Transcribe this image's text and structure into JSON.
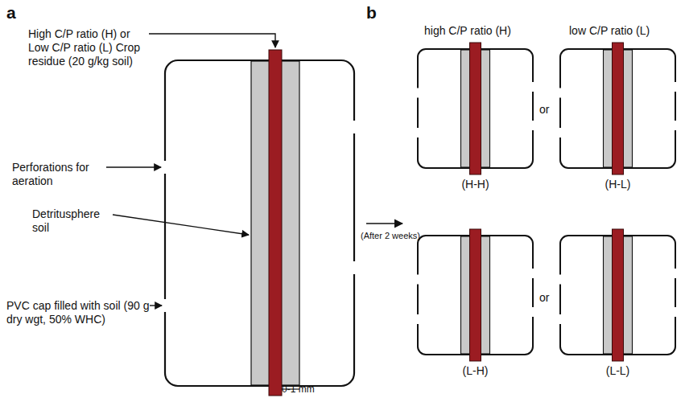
{
  "diagram": {
    "nodes": [
      {
        "text": [
          "(H-H)"
        ]
      },
      {
        "text": [
          "(H-L)"
        ]
      },
      {
        "text": [
          "(L-H)"
        ]
      },
      {
        "text": [
          "(L-L)"
        ]
      }
    ],
    "labels": [
      "a",
      "b",
      "High C/P ratio (H) or Low C/P ratio (L) Crop residue (20 g/kg soil)",
      "Perforations for aeration",
      "Detritusphere soil",
      "PVC cap filled with soil (90 g dry wgt, 50% WHC)",
      "0-1 mm",
      "(After 2 weeks)",
      "high C/P ratio (H)",
      "low C/P ratio (L)",
      "or",
      "or"
    ]
  }
}
